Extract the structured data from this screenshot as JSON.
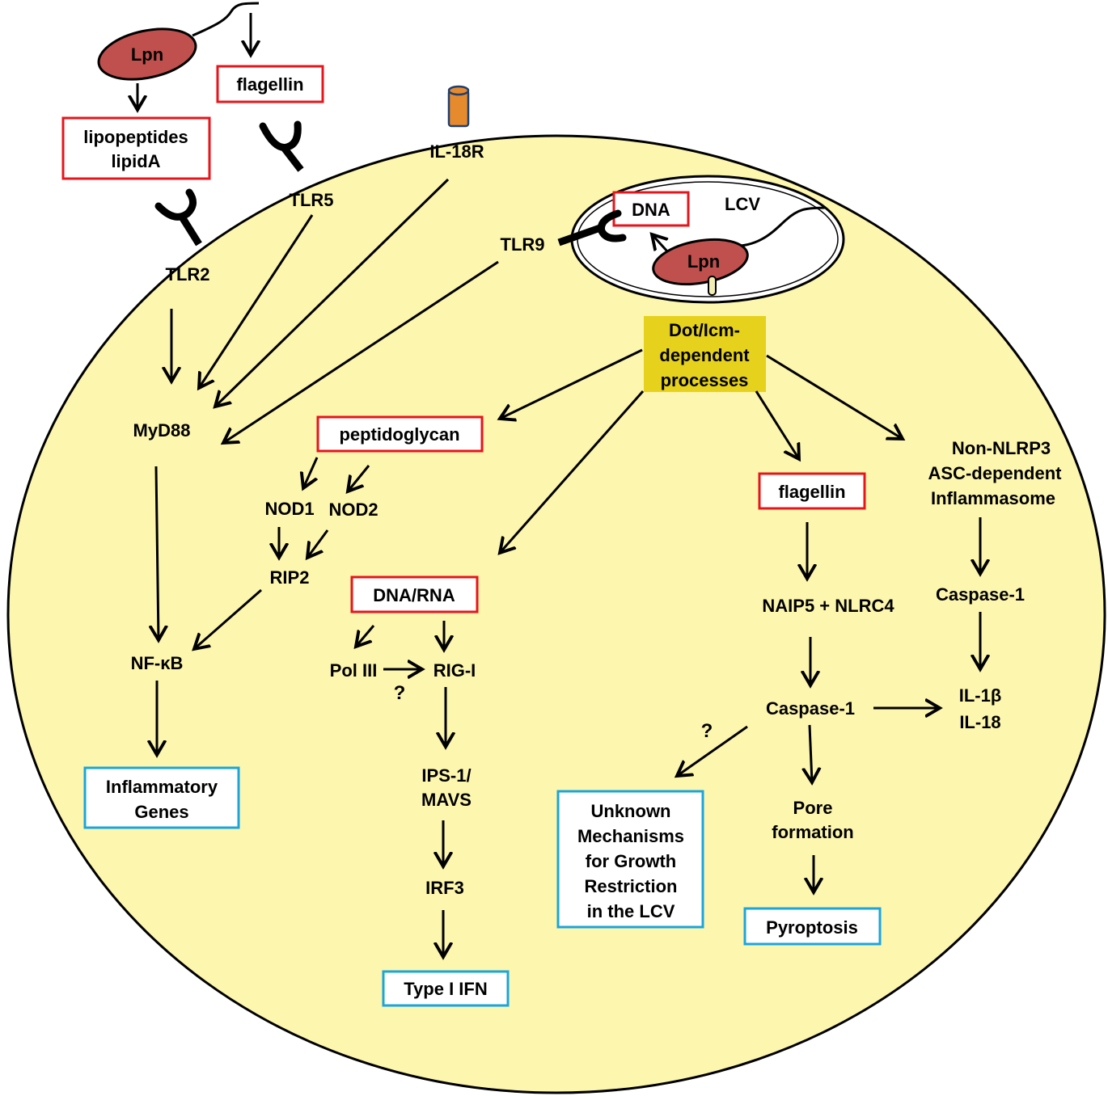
{
  "bacterium_label": "Lpn",
  "lcv_bacterium_label": "Lpn",
  "lcv_label": "LCV",
  "ligands": {
    "flagellin_ext": "flagellin",
    "lipopeptides_1": "lipopeptides",
    "lipopeptides_2": "lipidA",
    "lcv_dna": "DNA",
    "peptidoglycan": "peptidoglycan",
    "dna_rna": "DNA/RNA",
    "flagellin_int": "flagellin"
  },
  "receptors": {
    "il18r": "IL-18R",
    "tlr5": "TLR5",
    "tlr2": "TLR2",
    "tlr9": "TLR9"
  },
  "dot_icm": [
    "Dot/Icm-",
    "dependent",
    "processes"
  ],
  "nodes": {
    "myd88": "MyD88",
    "nod1": "NOD1",
    "nod2": "NOD2",
    "rip2": "RIP2",
    "nfkb": "NF-",
    "nfkb_greek": "κ",
    "nfkb_end": "B",
    "pol3": "Pol III",
    "rigi": "RIG-I",
    "ips1_1": "IPS-1/",
    "ips1_2": "MAVS",
    "irf3": "IRF3",
    "naip5": "NAIP5 + NLRC4",
    "casp1_a": "Caspase-1",
    "non_nlrp3_1": "Non-NLRP3",
    "non_nlrp3_2": "ASC-dependent",
    "non_nlrp3_3": "Inflammasome",
    "casp1_b": "Caspase-1",
    "il1b": "IL-1",
    "il1b_greek": "β",
    "il18": "IL-18",
    "pore_1": "Pore",
    "pore_2": "formation",
    "q1": "?",
    "q2": "?"
  },
  "outcomes": {
    "inflam_1": "Inflammatory",
    "inflam_2": "Genes",
    "ifn": "Type I IFN",
    "unknown_1": "Unknown",
    "unknown_2": "Mechanisms",
    "unknown_3": "for Growth",
    "unknown_4": "Restriction",
    "unknown_5": "in the LCV",
    "pyro": "Pyroptosis"
  },
  "colors": {
    "cell_fill": "#fdf6ae",
    "bacterium_fill": "#c0504d",
    "ligand_border": "#e8141b",
    "outcome_border": "#1aa5dc",
    "dotcm_fill": "#e6d21c",
    "il18r_fill": "#e68a2e",
    "pilus_fill": "#f3efb4"
  }
}
